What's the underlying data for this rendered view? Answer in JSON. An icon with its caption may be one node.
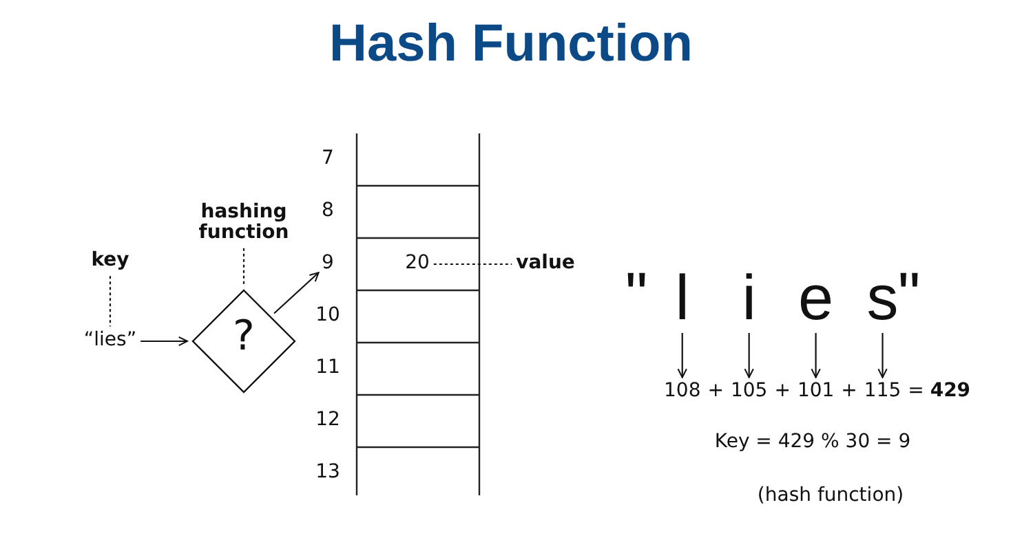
{
  "diagram": {
    "title": "Hash Function",
    "nodes": [
      {
        "text": [
          "key"
        ]
      },
      {
        "text": [
          "“lies”"
        ]
      },
      {
        "text": [
          "hashing function"
        ]
      },
      {
        "text": [
          "?"
        ]
      },
      {
        "text": [
          "9"
        ]
      },
      {
        "text": [
          "20"
        ]
      },
      {
        "text": [
          "value"
        ]
      },
      {
        "text": [
          "l"
        ]
      },
      {
        "text": [
          "i"
        ]
      },
      {
        "text": [
          "e"
        ]
      },
      {
        "text": [
          "s"
        ]
      },
      {
        "text": [
          "108"
        ]
      },
      {
        "text": [
          "105"
        ]
      },
      {
        "text": [
          "101"
        ]
      },
      {
        "text": [
          "115"
        ]
      }
    ],
    "edges": [
      {
        "from": 0,
        "to": 1,
        "arrow": "none",
        "style": "dashed"
      },
      {
        "from": 1,
        "to": 3,
        "arrow": "to"
      },
      {
        "from": 2,
        "to": 3,
        "arrow": "none",
        "style": "dashed"
      },
      {
        "from": 3,
        "to": 4,
        "arrow": "to"
      },
      {
        "from": 5,
        "to": 6,
        "arrow": "none",
        "style": "dashed"
      },
      {
        "from": 7,
        "to": 11,
        "arrow": "to"
      },
      {
        "from": 8,
        "to": 12,
        "arrow": "to"
      },
      {
        "from": 9,
        "to": 13,
        "arrow": "to"
      },
      {
        "from": 10,
        "to": 14,
        "arrow": "to"
      }
    ],
    "labels": [
      "7",
      "8",
      "10",
      "11",
      "12",
      "13",
      "\"",
      "\"",
      "+",
      "+",
      "+",
      "= **429**",
      "Key = 429 % 30 = 9",
      "(hash function)"
    ]
  }
}
